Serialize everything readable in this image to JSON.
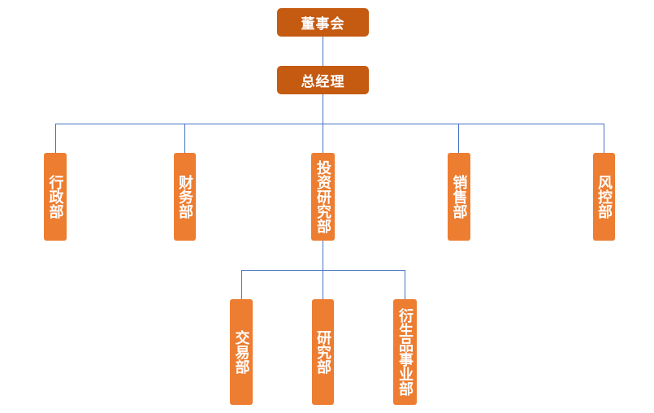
{
  "org": {
    "board": "董事会",
    "gm": "总经理",
    "departments": [
      "行政部",
      "财务部",
      "投资研究部",
      "销售部",
      "风控部"
    ],
    "sub_departments": [
      "交易部",
      "研究部",
      "衍生品事业部"
    ]
  },
  "colors": {
    "top_box": "#c55a11",
    "dept_box": "#ed7d31",
    "connector": "#4472c4",
    "text": "#ffffff"
  }
}
